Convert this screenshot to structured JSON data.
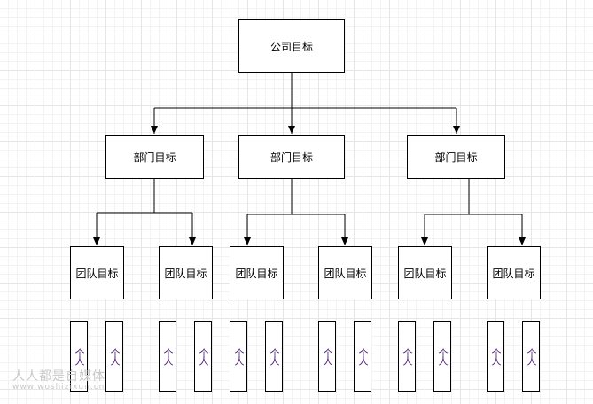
{
  "company": {
    "label": "公司目标"
  },
  "departments": [
    {
      "label": "部门目标"
    },
    {
      "label": "部门目标"
    },
    {
      "label": "部门目标"
    }
  ],
  "teams": [
    {
      "label": "团队目标"
    },
    {
      "label": "团队目标"
    },
    {
      "label": "团队目标"
    },
    {
      "label": "团队目标"
    },
    {
      "label": "团队目标"
    },
    {
      "label": "团队目标"
    }
  ],
  "people": [
    {
      "label": "个人"
    },
    {
      "label": "个人"
    },
    {
      "label": "个人"
    },
    {
      "label": "个人"
    },
    {
      "label": "个人"
    },
    {
      "label": "个人"
    },
    {
      "label": "个人"
    },
    {
      "label": "个人"
    },
    {
      "label": "个人"
    },
    {
      "label": "个人"
    },
    {
      "label": "个人"
    },
    {
      "label": "个人"
    }
  ],
  "watermark": {
    "text": "人人都是自媒体",
    "url": "www.woshizixun.cn"
  },
  "colors": {
    "line": "#000000",
    "person_text": "#4a1a7a",
    "grid": "#e6e6e6"
  }
}
